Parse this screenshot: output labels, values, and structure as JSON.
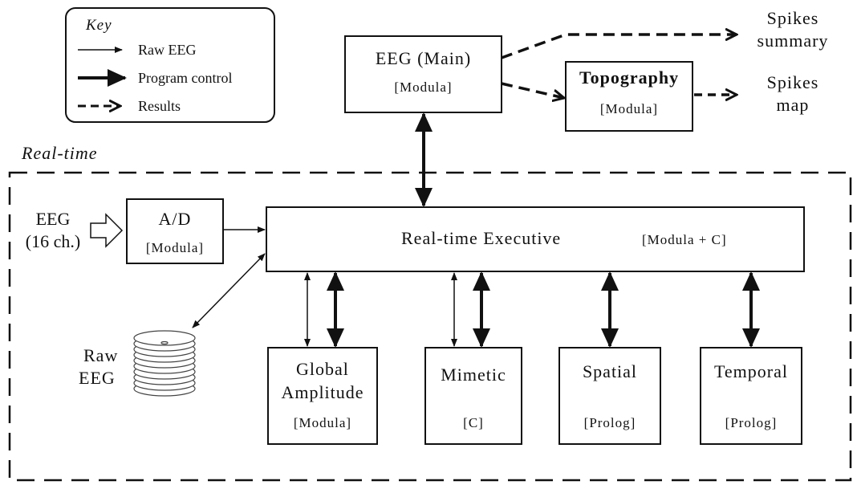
{
  "key": {
    "title": "Key",
    "items": [
      "Raw EEG",
      "Program control",
      "Results"
    ]
  },
  "region_label": "Real-time",
  "input": {
    "line1": "EEG",
    "line2": "(16 ch.)"
  },
  "storage": {
    "line1": "Raw",
    "line2": "EEG"
  },
  "outputs": {
    "summary_line1": "Spikes",
    "summary_line2": "summary",
    "map_line1": "Spikes",
    "map_line2": "map"
  },
  "boxes": {
    "eeg_main": {
      "title": "EEG (Main)",
      "sub": "[Modula]"
    },
    "topography": {
      "title": "Topography",
      "sub": "[Modula]"
    },
    "ad": {
      "title": "A/D",
      "sub": "[Modula]"
    },
    "executive": {
      "title": "Real-time Executive",
      "sub": "[Modula + C]"
    },
    "global_amplitude": {
      "line1": "Global",
      "line2": "Amplitude",
      "sub": "[Modula]"
    },
    "mimetic": {
      "title": "Mimetic",
      "sub": "[C]"
    },
    "spatial": {
      "title": "Spatial",
      "sub": "[Prolog]"
    },
    "temporal": {
      "title": "Temporal",
      "sub": "[Prolog]"
    }
  },
  "colors": {
    "ink": "#111111",
    "paper": "#ffffff"
  }
}
